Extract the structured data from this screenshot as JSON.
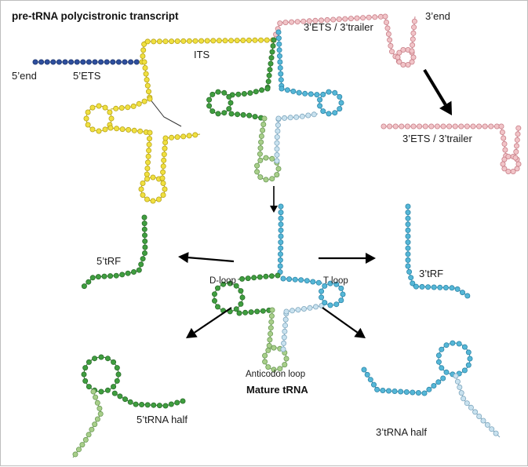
{
  "title": "pre-tRNA polycistronic transcript",
  "labels": {
    "five_end": "5’end",
    "five_ets": "5’ETS",
    "its": "ITS",
    "three_ets": "3’ETS / 3’trailer",
    "three_end": "3’end",
    "three_ets_released": "3’ETS / 3’trailer",
    "five_trf": "5’tRF",
    "three_trf": "3’tRF",
    "d_loop": "D-loop",
    "t_loop": "T loop",
    "anticodon_loop": "Anticodon loop",
    "mature_trna": "Mature tRNA",
    "five_half": "5’tRNA half",
    "three_half": "3’tRNA half"
  },
  "colors": {
    "five_ets": "#2e4f9e",
    "its": "#f0e040",
    "its_outline": "#b9a51a",
    "orange": "#e8a23c",
    "dark_green": "#3f9e3f",
    "light_green": "#a8cf8a",
    "blue": "#55b7d7",
    "light_blue": "#c9e2ef",
    "pink": "#f1c4c8",
    "pink_outline": "#c97f88",
    "arrow": "#000000"
  }
}
